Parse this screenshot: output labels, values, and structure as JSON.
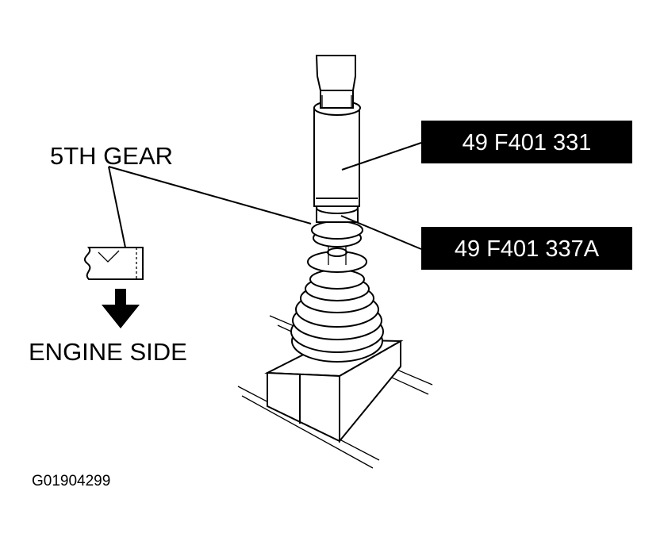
{
  "diagram": {
    "callouts": {
      "tool_upper": "49 F401 331",
      "tool_lower": "49 F401 337A"
    },
    "labels": {
      "gear": "5TH GEAR",
      "engine_side": "ENGINE SIDE"
    },
    "figure_id": "G01904299",
    "colors": {
      "ink": "#000000",
      "paper": "#ffffff"
    },
    "icons": [
      "down-arrow-icon"
    ]
  }
}
